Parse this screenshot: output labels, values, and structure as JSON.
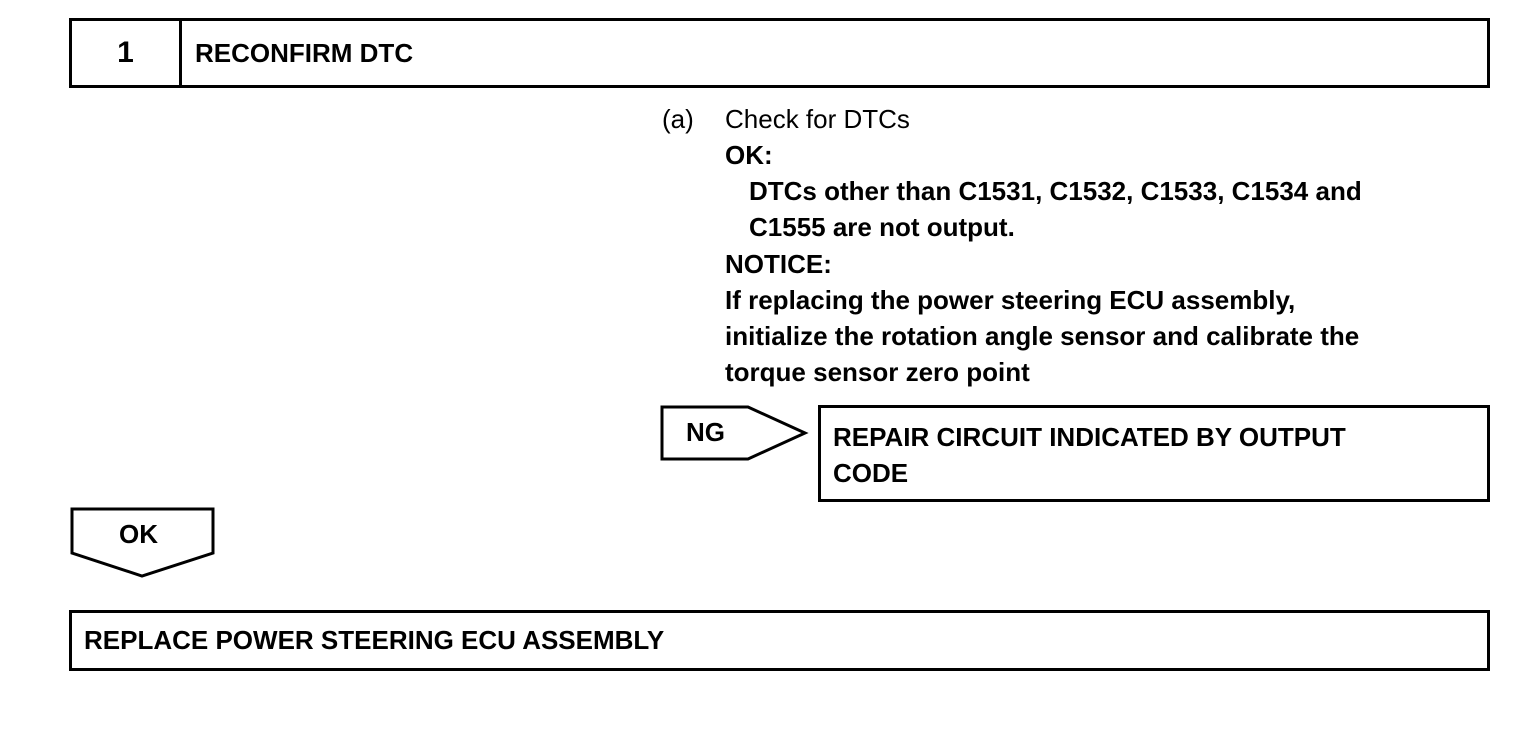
{
  "step": {
    "number": "1",
    "title": "RECONFIRM DTC"
  },
  "instruction": {
    "marker": "(a)",
    "action": "Check for DTCs",
    "ok_label": "OK:",
    "ok_text_line1": "DTCs other than C1531, C1532, C1533, C1534 and",
    "ok_text_line2": "C1555 are not output.",
    "notice_label": "NOTICE:",
    "notice_line1": "If replacing the power steering ECU assembly,",
    "notice_line2": "initialize the rotation angle sensor and calibrate the",
    "notice_line3": "torque sensor zero point"
  },
  "ng_branch": {
    "arrow_label": "NG",
    "result_line1": "REPAIR CIRCUIT INDICATED BY OUTPUT",
    "result_line2": "CODE"
  },
  "ok_branch": {
    "arrow_label": "OK",
    "result": "REPLACE POWER STEERING ECU ASSEMBLY"
  }
}
